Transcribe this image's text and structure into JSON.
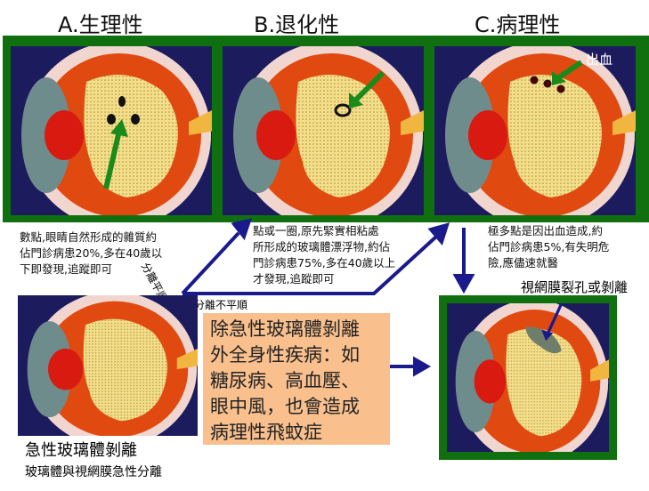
{
  "titles": {
    "a": "A.生理性",
    "b": "B.退化性",
    "c": "C.病理性"
  },
  "bleeding_label": "出血",
  "captions": {
    "a": [
      "數點,眼睛自然形成的雜質約",
      "佔門診病患20%,多在40歲以",
      "下即發現,追蹤即可"
    ],
    "b": [
      "點或一圈,原先緊實相粘處",
      "所形成的玻璃體漂浮物,約佔",
      "門診病患75%,多在40歲以上",
      "才發現,追蹤即可"
    ],
    "c": [
      "極多點是因出血造成,約",
      "佔門診病患5%,有失明危",
      "險,應儘速就醫"
    ]
  },
  "smooth_separation": "分離平順",
  "uneven_separation": "分離不平順",
  "retina_tear_label": "視網膜裂孔或剝離",
  "acute": {
    "title": "急性玻璃體剝離",
    "subtitle": "玻璃體與視網膜急性分離"
  },
  "systemic_note": [
    "除急性玻璃體剝離",
    "外全身性疾病：如",
    "糖尿病、高血壓、",
    "眼中風，也會造成",
    "病理性飛蚊症"
  ],
  "colors": {
    "frame": "#107010",
    "arrow": "#1a1a8c",
    "note_bg": "#f9c08e"
  }
}
